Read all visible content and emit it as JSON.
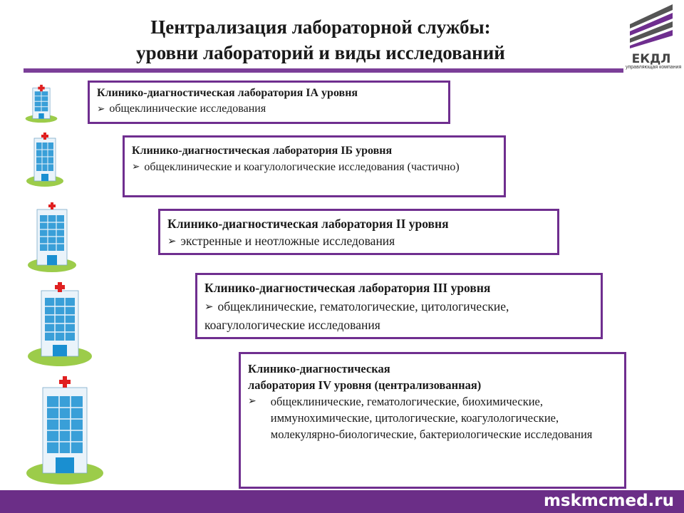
{
  "title": {
    "line1": "Централизация лабораторной службы:",
    "line2": "уровни лабораторий и виды исследований"
  },
  "logo": {
    "text": "ЕКДЛ",
    "caption": "управляющая компания"
  },
  "levels": [
    {
      "heading": "Клинико-диагностическая лаборатория IА уровня",
      "items": [
        "общеклинические исследования"
      ]
    },
    {
      "heading": "Клинико-диагностическая лаборатория IБ уровня",
      "items": [
        "общеклинические и коагулологические исследования (частично)"
      ]
    },
    {
      "heading": "Клинико-диагностическая лаборатория II уровня",
      "items": [
        "экстренные и неотложные исследования"
      ]
    },
    {
      "heading": "Клинико-диагностическая лаборатория III уровня",
      "items": [
        "общеклинические, гематологические, цитологические,"
      ],
      "continuation": "коагулологические исследования"
    },
    {
      "heading_line1": "Клинико-диагностическая",
      "heading_line2": "лаборатория IV уровня (централизованная)",
      "items": [
        "общеклинические, гематологические, биохимические, иммунохимические, цитологические, коагулологические, молекулярно-биологические, бактериологические исследования"
      ]
    }
  ],
  "bullet_glyph": "➢",
  "footer": {
    "site": "mskmcmed.ru"
  },
  "colors": {
    "accent": "#6f2e8f",
    "footer": "#6b2e87",
    "building": "#1a8fd1",
    "lawn": "#9ccc4a"
  },
  "icons": [
    "hospital-building-icon",
    "medical-cross-icon",
    "arrow-bullet-icon"
  ]
}
